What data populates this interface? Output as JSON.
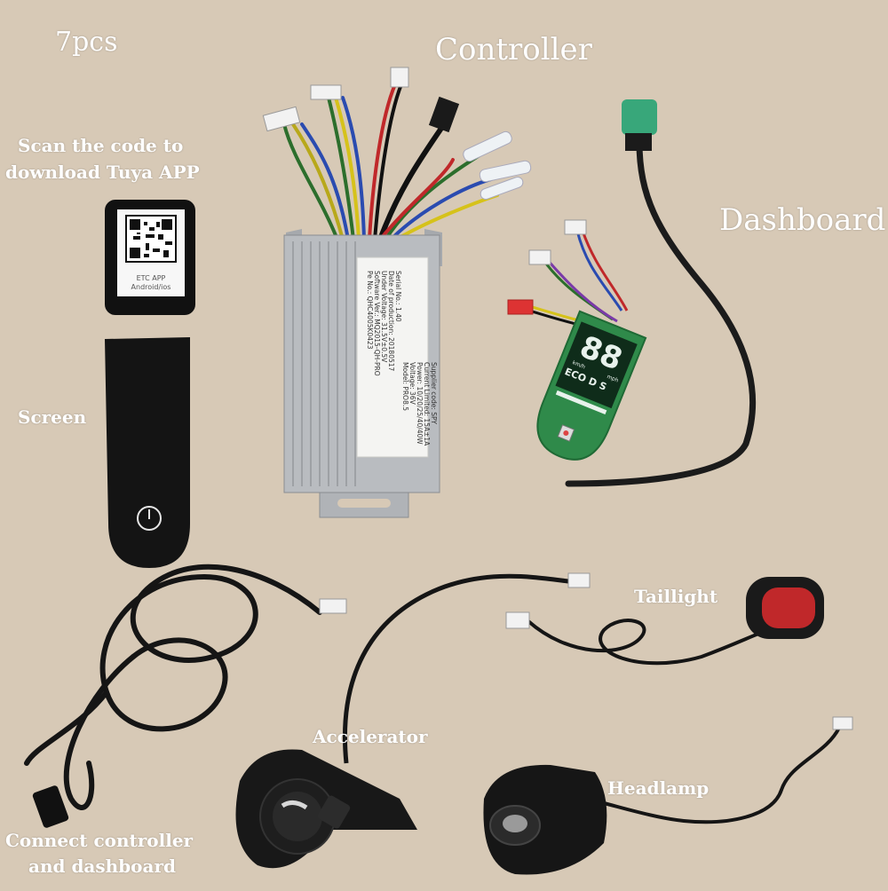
{
  "labels": {
    "count": "7pcs",
    "controller": "Controller",
    "dashboard": "Dashboard",
    "scan_line1": "Scan  the code to",
    "scan_line2": "download Tuya APP",
    "screen": "Screen",
    "taillight": "Taillight",
    "accelerator": "Accelerator",
    "headlamp": "Headlamp",
    "connect_line1": "Connect controller",
    "connect_line2": "and dashboard"
  },
  "qr_card": {
    "line1": "ETC APP",
    "line2": "Android/ios"
  },
  "controller_sticker": {
    "lines": [
      "Pe No.: QHC4005K0423",
      "Software Ver.: MQ2015-QH-PRO",
      "Under Voltage: 31.5V±0.5V",
      "Date of production: 20180517",
      "Serial No.: 1.40",
      "Model: PRO8.5",
      "Voltage: 36V",
      "Power: 10/20/25/40/40W",
      "Current Limited: 15A±1A",
      "Supplier code: SPY"
    ]
  },
  "dashboard_display": {
    "digits": "88",
    "unit_kmh": "km/h",
    "unit_mph": "mph",
    "modes": "ECO D S"
  },
  "colors": {
    "background": "#d7c9b6",
    "label_text": "#ffffff",
    "controller_body": "#b9bcc0",
    "pcb_green": "#2f8a4a",
    "taillight_red": "#c0282a"
  }
}
